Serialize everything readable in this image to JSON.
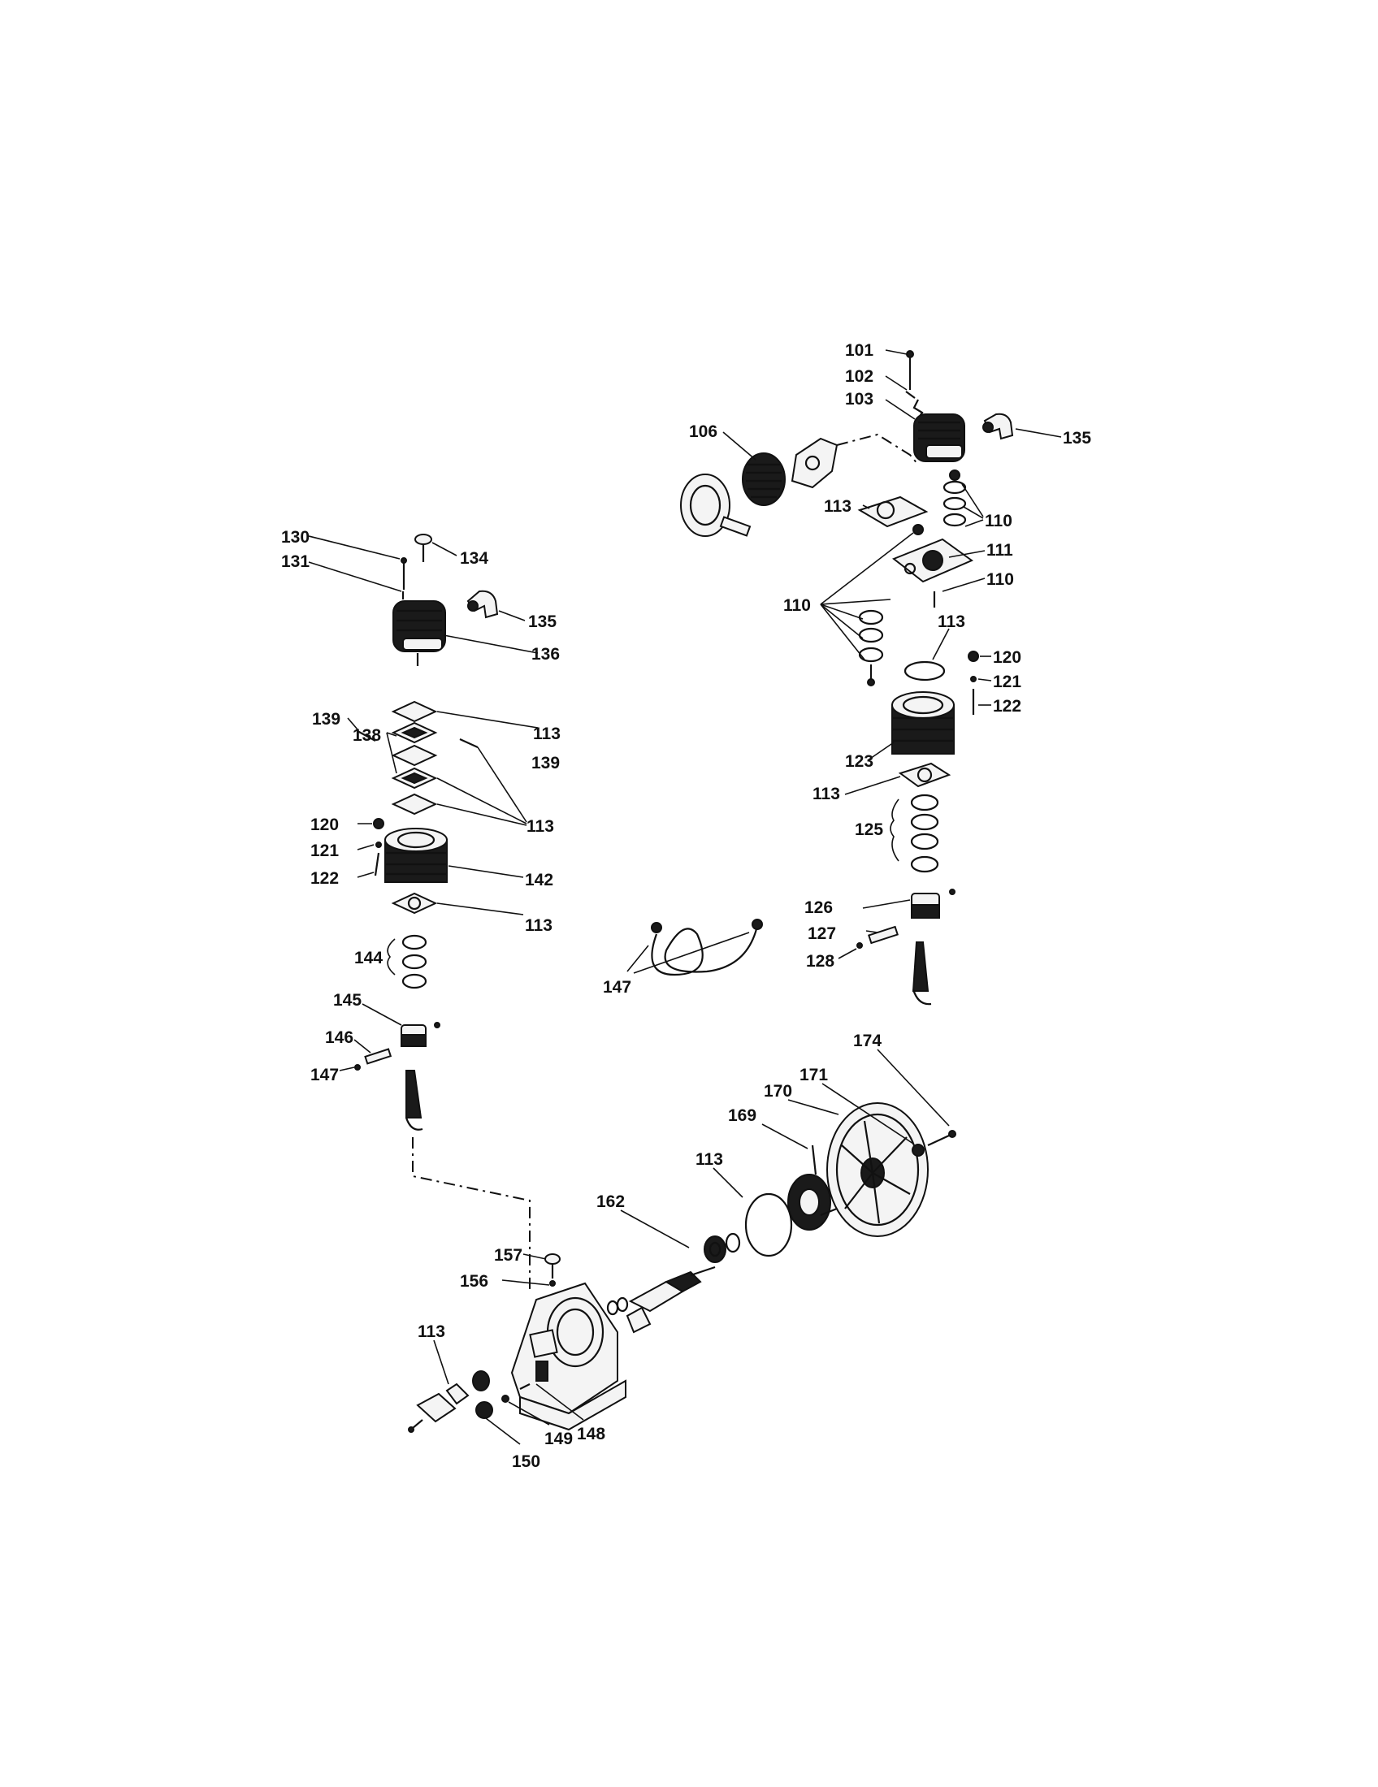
{
  "labels": {
    "l101": "101",
    "l102": "102",
    "l103": "103",
    "l106": "106",
    "l135a": "135",
    "l113a": "113",
    "l110a": "110",
    "l111": "111",
    "l110b": "110",
    "l110c": "110",
    "l113b": "113",
    "l120a": "120",
    "l121a": "121",
    "l122a": "122",
    "l123": "123",
    "l113c": "113",
    "l125": "125",
    "l126": "126",
    "l127": "127",
    "l128": "128",
    "l130": "130",
    "l131": "131",
    "l134": "134",
    "l135b": "135",
    "l136": "136",
    "l139a": "139",
    "l113d": "113",
    "l138": "138",
    "l139b": "139",
    "l113e": "113",
    "l120b": "120",
    "l121b": "121",
    "l122b": "122",
    "l142": "142",
    "l113f": "113",
    "l144": "144",
    "l145": "145",
    "l146": "146",
    "l147a": "147",
    "l147b": "147",
    "l174": "174",
    "l171": "171",
    "l170": "170",
    "l169": "169",
    "l113g": "113",
    "l162": "162",
    "l157": "157",
    "l156": "156",
    "l113h": "113",
    "l148": "148",
    "l149": "149",
    "l150": "150"
  },
  "colors": {
    "ink": "#111111",
    "paper": "#ffffff"
  }
}
